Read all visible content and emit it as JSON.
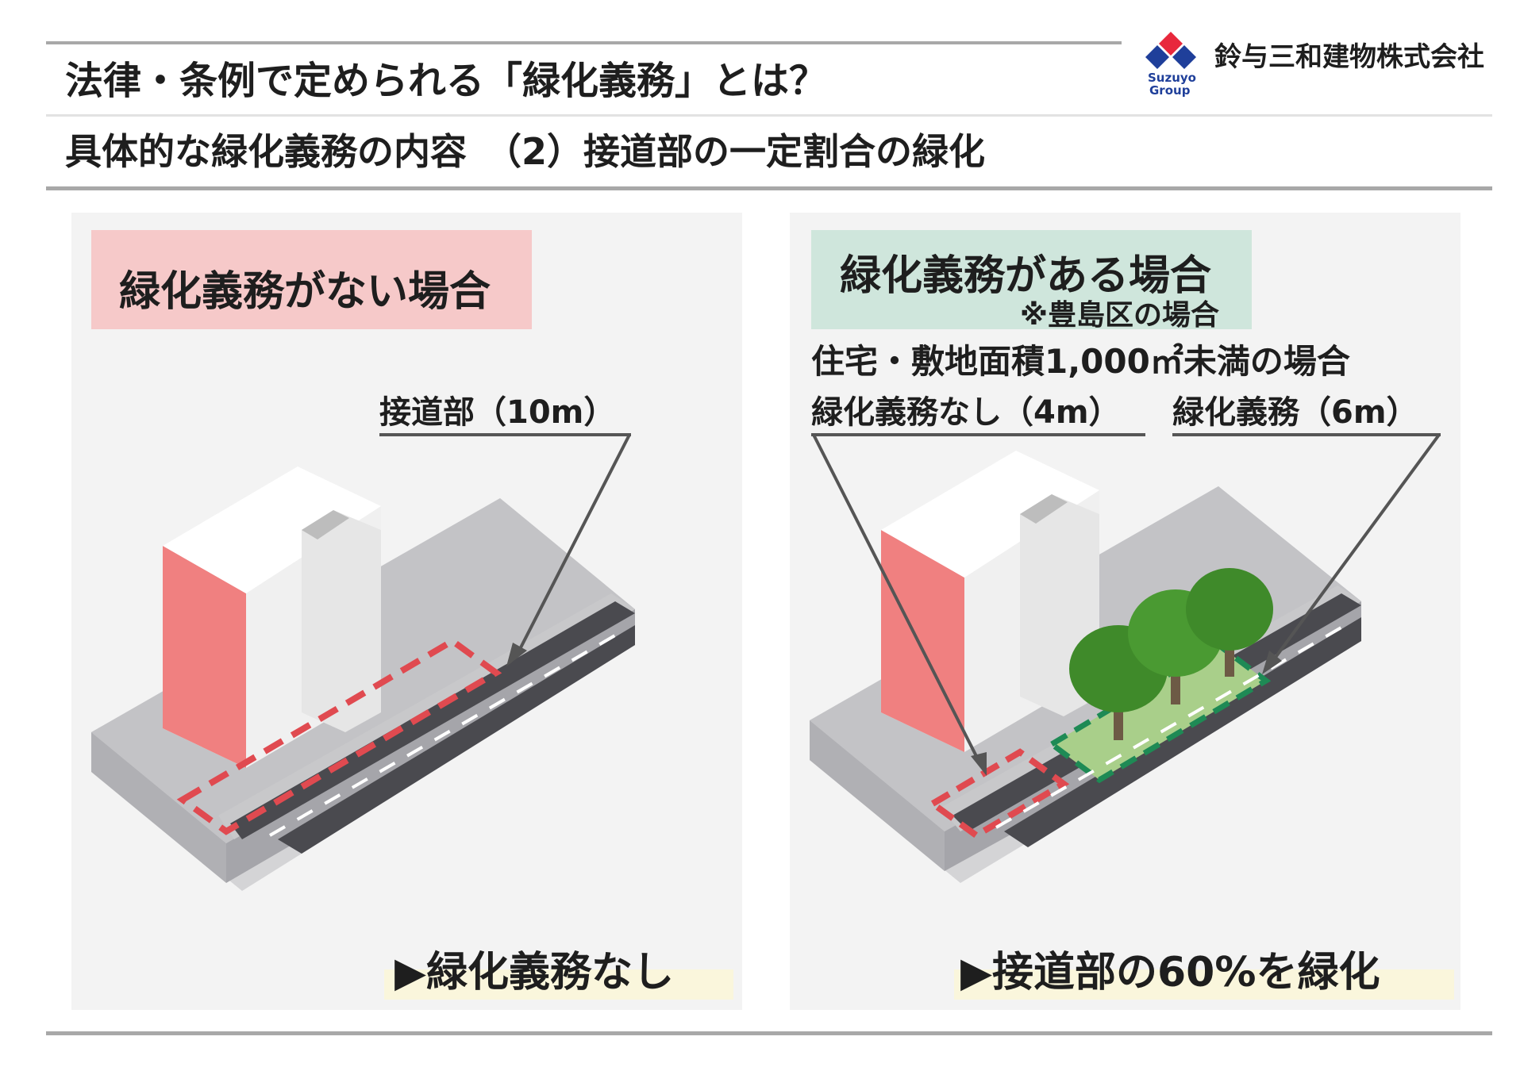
{
  "header": {
    "title": "法律・条例で定められる「緑化義務」とは？",
    "subtitle": "具体的な緑化義務の内容　（2）接道部の一定割合の緑化",
    "company_name": "鈴与三和建物株式会社",
    "logo_line1": "Suzuyo",
    "logo_line2": "Group"
  },
  "left_panel": {
    "tag_label": "緑化義務がない場合",
    "road_label": "接道部（10m）",
    "result": "▶緑化義務なし"
  },
  "right_panel": {
    "tag_label": "緑化義務がある場合",
    "tag_note": "※豊島区の場合",
    "condition": "住宅・敷地面積1,000㎡未満の場合",
    "label_no_duty": "緑化義務なし（4m）",
    "label_duty": "緑化義務（6m）",
    "result": "▶接道部の60%を緑化"
  },
  "colors": {
    "pink_tag": "#f6c9c9",
    "green_tag": "#cfe6dc",
    "red_dash": "#e04a50",
    "green_dash": "#1e8a55",
    "road": "#4a4a4f",
    "building_accent": "#f08080"
  }
}
